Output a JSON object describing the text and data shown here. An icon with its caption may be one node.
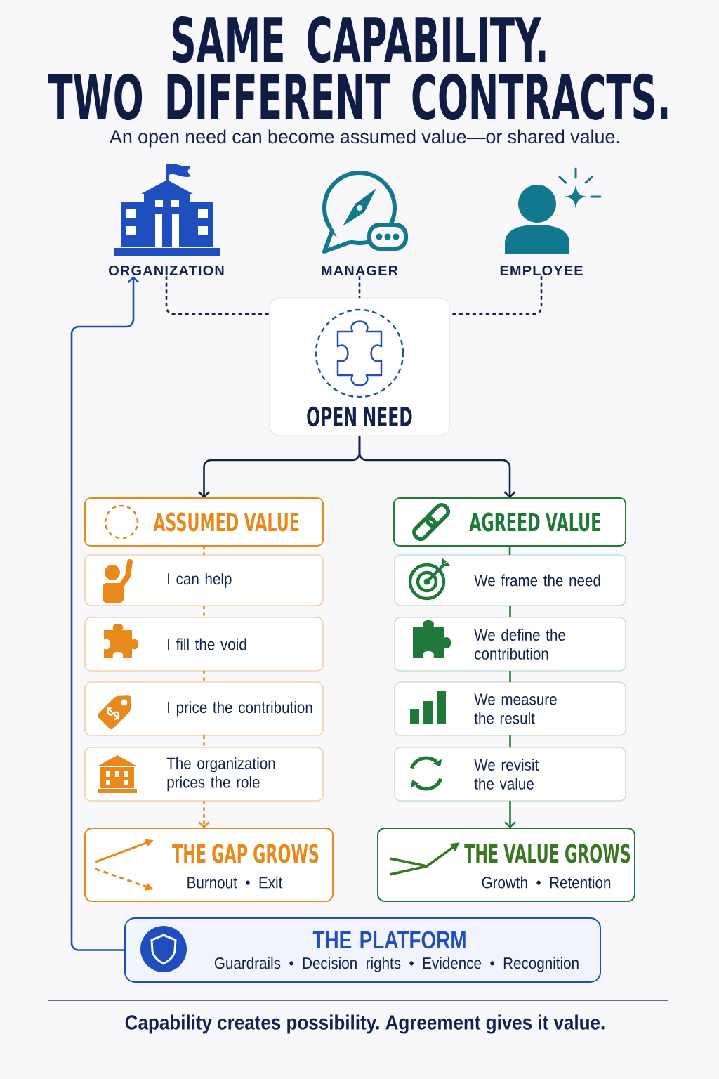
{
  "diagram": {
    "title": "SAME CAPABILITY. TWO DIFFERENT CONTRACTS.",
    "caption": "Capability creates possibility. Agreement gives it value.",
    "nodes": [
      {
        "text": [
          "ORGANIZATION"
        ]
      },
      {
        "text": [
          "MANAGER"
        ]
      },
      {
        "text": [
          "EMPLOYEE"
        ]
      },
      {
        "text": [
          "OPEN NEED"
        ]
      },
      {
        "text": [
          "ASSUMED VALUE"
        ]
      },
      {
        "text": [
          "I can help"
        ]
      },
      {
        "text": [
          "I fill the void"
        ]
      },
      {
        "text": [
          "I price the contribution"
        ]
      },
      {
        "text": [
          "The organization prices the role"
        ]
      },
      {
        "text": [
          "THE GAP GROWS",
          "Burnout • Exit"
        ]
      },
      {
        "text": [
          "AGREED VALUE"
        ]
      },
      {
        "text": [
          "We frame the need"
        ]
      },
      {
        "text": [
          "We define the contribution"
        ]
      },
      {
        "text": [
          "We measure the result"
        ]
      },
      {
        "text": [
          "We revisit the value"
        ]
      },
      {
        "text": [
          "THE VALUE GROWS",
          "Growth • Retention"
        ]
      },
      {
        "text": [
          "THE PLATFORM",
          "Guardrails • Decision rights • Evidence • Recognition"
        ]
      }
    ],
    "edges": [
      {
        "from": 0,
        "to": 3,
        "arrow": "none",
        "style": "dashed"
      },
      {
        "from": 1,
        "to": 3,
        "arrow": "none",
        "style": "dashed"
      },
      {
        "from": 2,
        "to": 3,
        "arrow": "none",
        "style": "dashed"
      },
      {
        "from": 3,
        "to": 4,
        "arrow": "to"
      },
      {
        "from": 3,
        "to": 10,
        "arrow": "to"
      },
      {
        "from": 4,
        "to": 5,
        "arrow": "none",
        "style": "dashed",
        "color": "#e8891c"
      },
      {
        "from": 5,
        "to": 6,
        "arrow": "none",
        "style": "dashed",
        "color": "#e8891c"
      },
      {
        "from": 6,
        "to": 7,
        "arrow": "none",
        "style": "dashed",
        "color": "#e8891c"
      },
      {
        "from": 7,
        "to": 8,
        "arrow": "none",
        "style": "dashed",
        "color": "#e8891c"
      },
      {
        "from": 8,
        "to": 9,
        "arrow": "to",
        "style": "dashed",
        "color": "#e8891c"
      },
      {
        "from": 10,
        "to": 11,
        "arrow": "none",
        "color": "#1f7a3a"
      },
      {
        "from": 11,
        "to": 12,
        "arrow": "none",
        "color": "#1f7a3a"
      },
      {
        "from": 12,
        "to": 13,
        "arrow": "none",
        "color": "#1f7a3a"
      },
      {
        "from": 13,
        "to": 14,
        "arrow": "none",
        "color": "#1f7a3a"
      },
      {
        "from": 14,
        "to": 15,
        "arrow": "to",
        "color": "#1f7a3a"
      },
      {
        "from": 16,
        "to": 0,
        "arrow": "to",
        "color": "#1f4fbf"
      }
    ],
    "labels": [
      "An open need can become assumed value—or shared value."
    ]
  }
}
